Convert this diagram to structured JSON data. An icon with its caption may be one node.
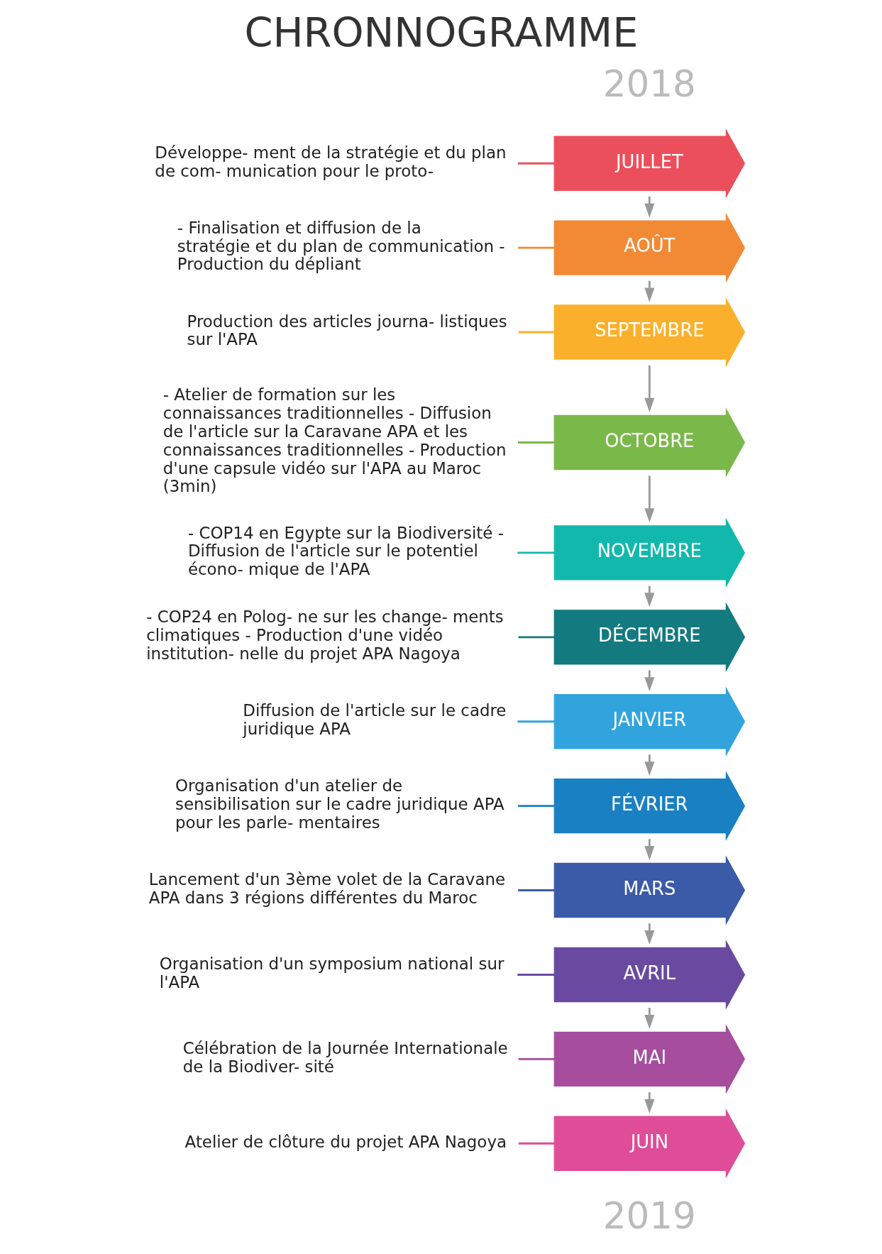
{
  "diagram": {
    "title": "CHRONNOGRAMME",
    "nodes": [
      {
        "text": [
          "JUILLET"
        ]
      },
      {
        "text": [
          "AOÛT"
        ]
      },
      {
        "text": [
          "SEPTEMBRE"
        ]
      },
      {
        "text": [
          "OCTOBRE"
        ]
      },
      {
        "text": [
          "NOVEMBRE"
        ]
      },
      {
        "text": [
          "DÉCEMBRE"
        ]
      },
      {
        "text": [
          "JANVIER"
        ]
      },
      {
        "text": [
          "FÉVRIER"
        ]
      },
      {
        "text": [
          "MARS"
        ]
      },
      {
        "text": [
          "AVRIL"
        ]
      },
      {
        "text": [
          "MAI"
        ]
      },
      {
        "text": [
          "JUIN"
        ]
      },
      {
        "text": [
          "Développe- ment de la stratégie et du plan de com- munication pour le proto-"
        ]
      },
      {
        "text": [
          "- Finalisation et diffusion de la stratégie et du plan de communication - Production du dépliant"
        ]
      },
      {
        "text": [
          "Production des articles journa- listiques sur l'APA"
        ]
      },
      {
        "text": [
          "- Atelier de formation sur les connaissances traditionnelles - Diffusion de l'article sur la Caravane APA et les connaissances traditionnelles - Production d'une capsule vidéo sur l'APA au Maroc (3min)"
        ]
      },
      {
        "text": [
          "- COP14 en Egypte sur la Biodiversité - Diffusion de l'article sur le potentiel écono- mique de l'APA"
        ]
      },
      {
        "text": [
          "- COP24 en Polog- ne sur les change- ments climatiques - Production d'une vidéo institution- nelle du projet APA Nagoya"
        ]
      },
      {
        "text": [
          "Diffusion de l'article sur le cadre juridique APA"
        ]
      },
      {
        "text": [
          "Organisation d'un atelier de sensibilisation sur le cadre juridique APA pour les parle- mentaires"
        ]
      },
      {
        "text": [
          "Lancement d'un 3ème volet de la Caravane APA dans 3 régions différentes du Maroc"
        ]
      },
      {
        "text": [
          "Organisation d'un symposium national sur l'APA"
        ]
      },
      {
        "text": [
          "Célébration de la Journée Internationale de la Biodiver- sité"
        ]
      },
      {
        "text": [
          "Atelier de clôture du projet APA Nagoya"
        ]
      }
    ],
    "edges": [
      {
        "from": 0,
        "to": 1,
        "arrow": "to"
      },
      {
        "from": 1,
        "to": 2,
        "arrow": "to"
      },
      {
        "from": 2,
        "to": 3,
        "arrow": "to"
      },
      {
        "from": 3,
        "to": 4,
        "arrow": "to"
      },
      {
        "from": 4,
        "to": 5,
        "arrow": "to"
      },
      {
        "from": 5,
        "to": 6,
        "arrow": "to"
      },
      {
        "from": 6,
        "to": 7,
        "arrow": "to"
      },
      {
        "from": 7,
        "to": 8,
        "arrow": "to"
      },
      {
        "from": 8,
        "to": 9,
        "arrow": "to"
      },
      {
        "from": 9,
        "to": 10,
        "arrow": "to"
      },
      {
        "from": 10,
        "to": 11,
        "arrow": "to"
      },
      {
        "from": 12,
        "to": 0,
        "arrow": "none",
        "color": "#ec4f5c"
      },
      {
        "from": 13,
        "to": 1,
        "arrow": "none",
        "color": "#f28a35"
      },
      {
        "from": 14,
        "to": 2,
        "arrow": "none",
        "color": "#fbb02b"
      },
      {
        "from": 15,
        "to": 3,
        "arrow": "none",
        "color": "#7bb84a"
      },
      {
        "from": 16,
        "to": 4,
        "arrow": "none",
        "color": "#13b8ac"
      },
      {
        "from": 17,
        "to": 5,
        "arrow": "none",
        "color": "#137a80"
      },
      {
        "from": 18,
        "to": 6,
        "arrow": "none",
        "color": "#31a4de"
      },
      {
        "from": 19,
        "to": 7,
        "arrow": "none",
        "color": "#1a80c4"
      },
      {
        "from": 20,
        "to": 8,
        "arrow": "none",
        "color": "#3b5ba8"
      },
      {
        "from": 21,
        "to": 9,
        "arrow": "none",
        "color": "#6a4aa0"
      },
      {
        "from": 22,
        "to": 10,
        "arrow": "none",
        "color": "#a64d9e"
      },
      {
        "from": 23,
        "to": 11,
        "arrow": "none",
        "color": "#df4c98"
      }
    ],
    "labels": [
      "2018",
      "2019"
    ]
  }
}
